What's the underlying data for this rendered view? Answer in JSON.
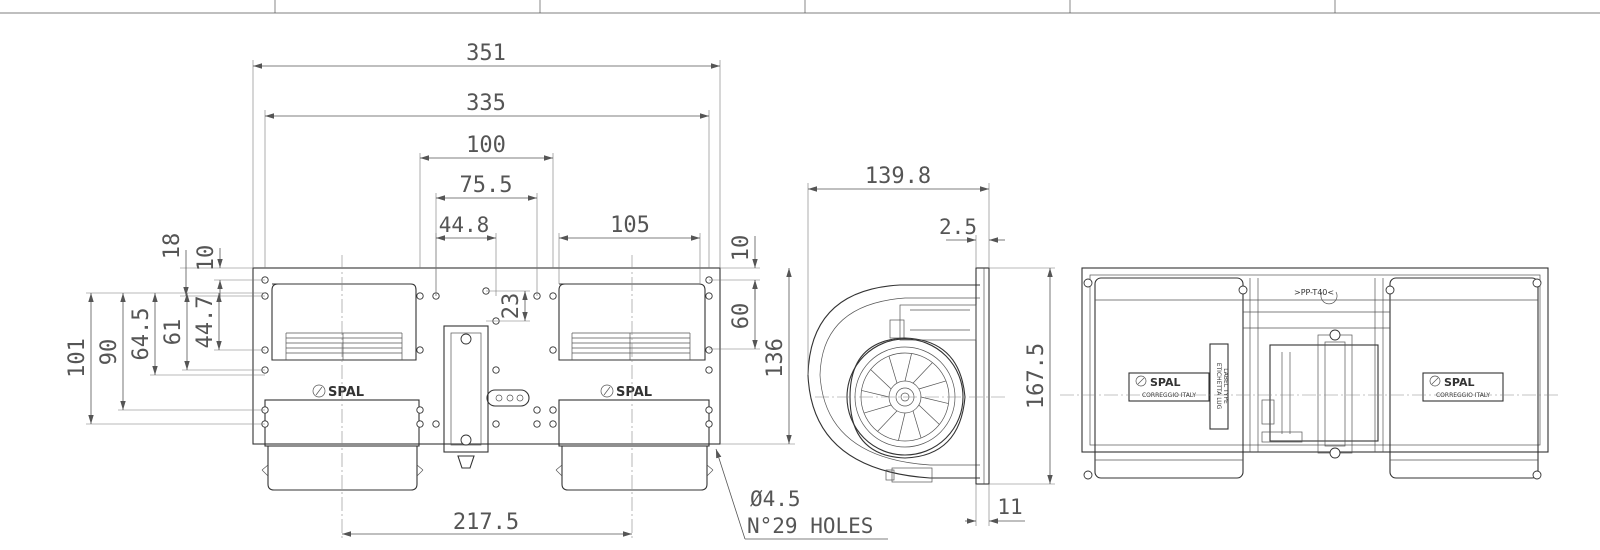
{
  "drawing": {
    "front_view": {
      "dimensions": {
        "overall_width": "351",
        "hole_span_width": "335",
        "center_width": "100",
        "center_hole_width": "75.5",
        "offset_width": "44.8",
        "housing_width": "105",
        "outlet_spacing": "217.5",
        "left_18": "18",
        "left_10": "10",
        "left_101": "101",
        "left_90": "90",
        "left_64_5": "64.5",
        "left_61": "61",
        "left_44_7": "44.7",
        "center_23": "23",
        "right_10": "10",
        "right_60": "60",
        "right_136": "136"
      },
      "hole_note_diameter": "Ø4.5",
      "hole_note_count": "N°29 HOLES",
      "brand_left": "SPAL",
      "brand_right": "SPAL"
    },
    "side_view": {
      "dimensions": {
        "depth": "139.8",
        "flange": "2.5",
        "height": "167.5",
        "bottom": "11"
      }
    },
    "back_view": {
      "brand_left": "SPAL",
      "brand_left_sub": "CORREGGIO   ITALY",
      "brand_right": "SPAL",
      "brand_right_sub": "CORREGGIO   ITALY",
      "label_text": ">PP-T40<",
      "label_plate_line1": "ETICHETTA LUG",
      "label_plate_line2": "LABEL TYPE"
    }
  },
  "colors": {
    "line": "#333333",
    "dimension": "#555555",
    "background": "#ffffff"
  }
}
